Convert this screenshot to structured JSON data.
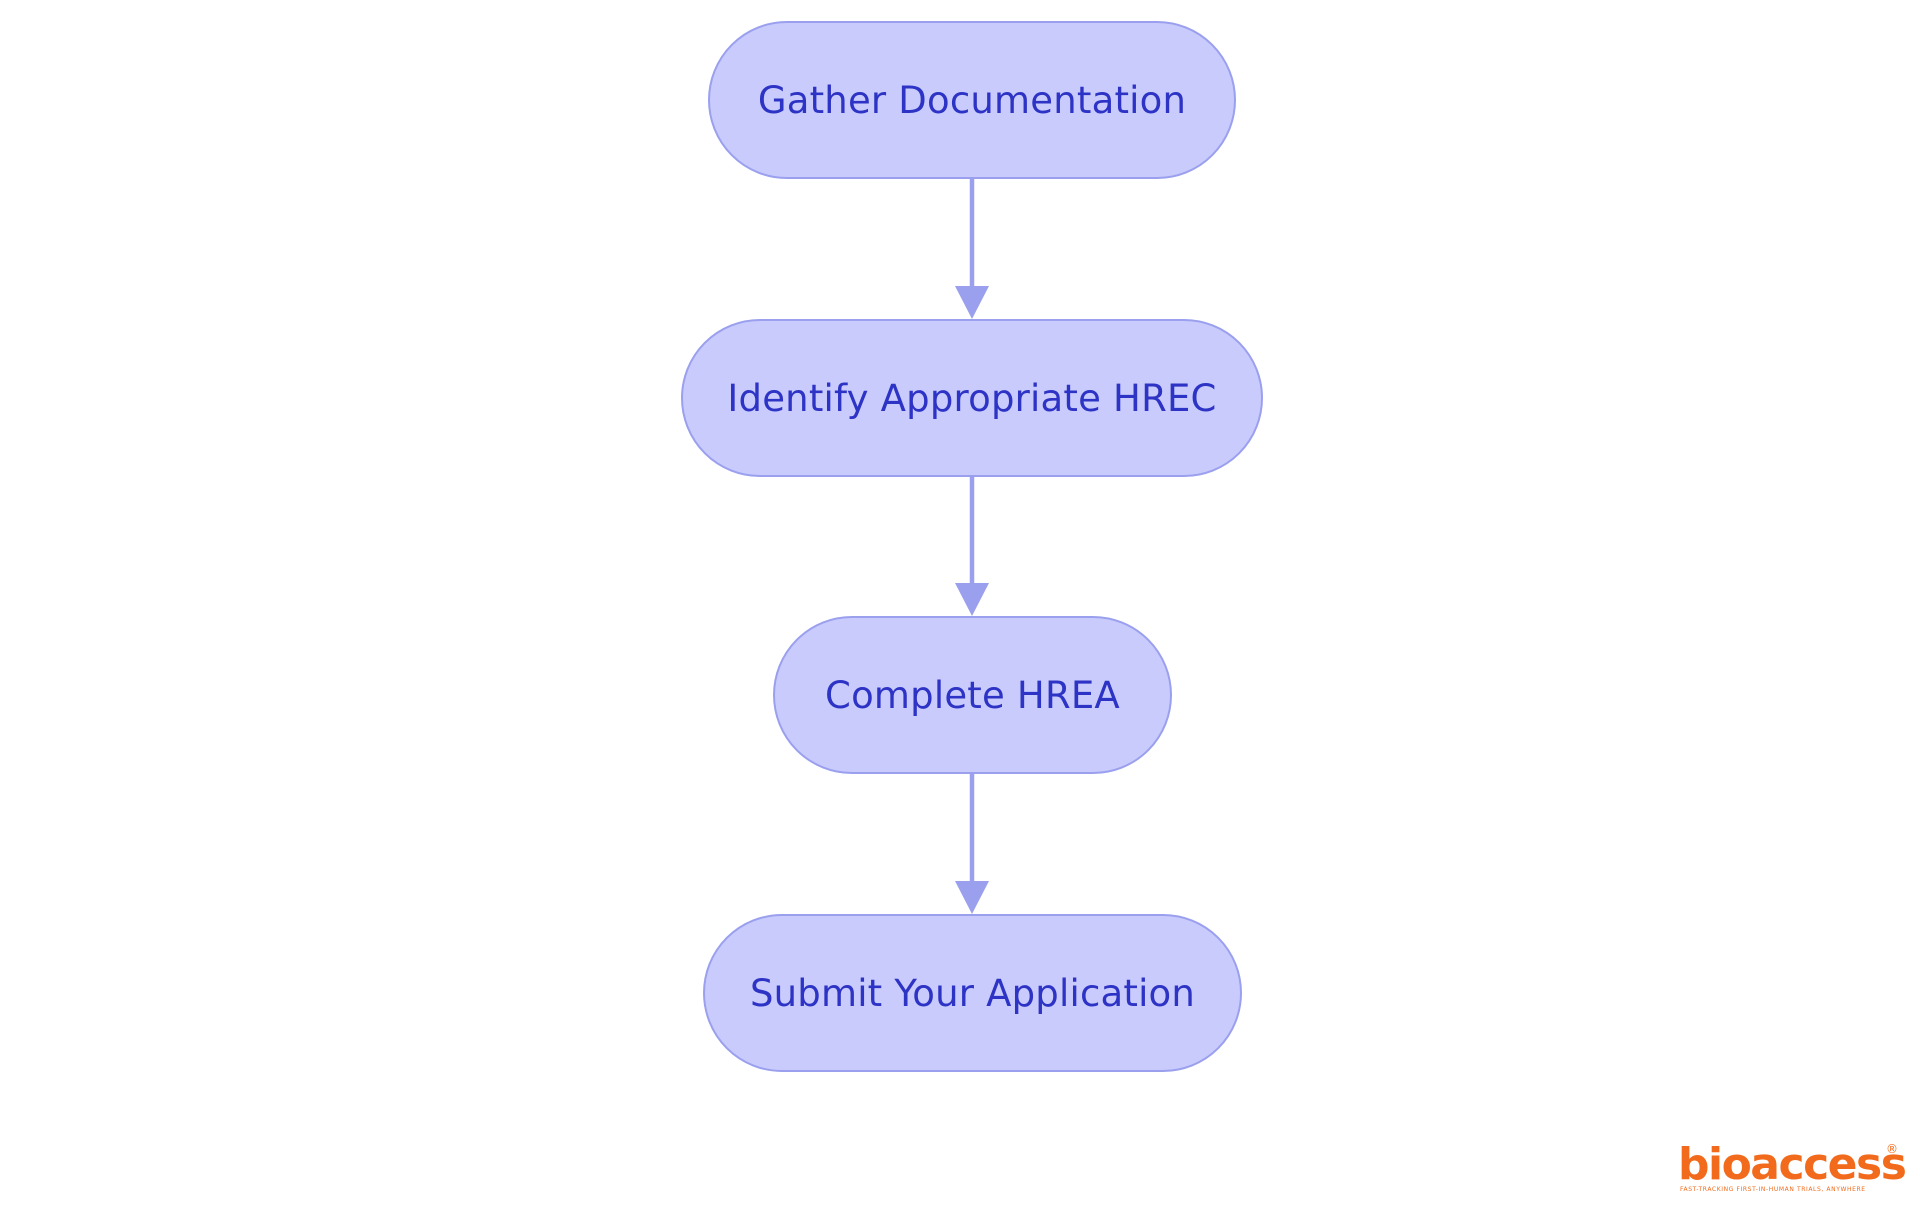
{
  "diagram": {
    "type": "flowchart",
    "direction": "top-to-bottom",
    "nodes": [
      {
        "id": "gather-documentation",
        "label": "Gather Documentation"
      },
      {
        "id": "identify-hrec",
        "label": "Identify Appropriate HREC"
      },
      {
        "id": "complete-hrea",
        "label": "Complete HREA"
      },
      {
        "id": "submit-application",
        "label": "Submit Your Application"
      }
    ],
    "edges": [
      {
        "from": "gather-documentation",
        "to": "identify-hrec"
      },
      {
        "from": "identify-hrec",
        "to": "complete-hrea"
      },
      {
        "from": "complete-hrea",
        "to": "submit-application"
      }
    ],
    "colors": {
      "node_fill": "#c9cbfd",
      "node_border": "#9aa0ee",
      "node_text": "#2d33c4",
      "connector": "#9aa0ee"
    }
  },
  "logo": {
    "wordmark": "bioaccess",
    "registered_mark": "®",
    "tagline": "FAST-TRACKING FIRST-IN-HUMAN TRIALS, ANYWHERE",
    "color": "#f26a1b"
  }
}
